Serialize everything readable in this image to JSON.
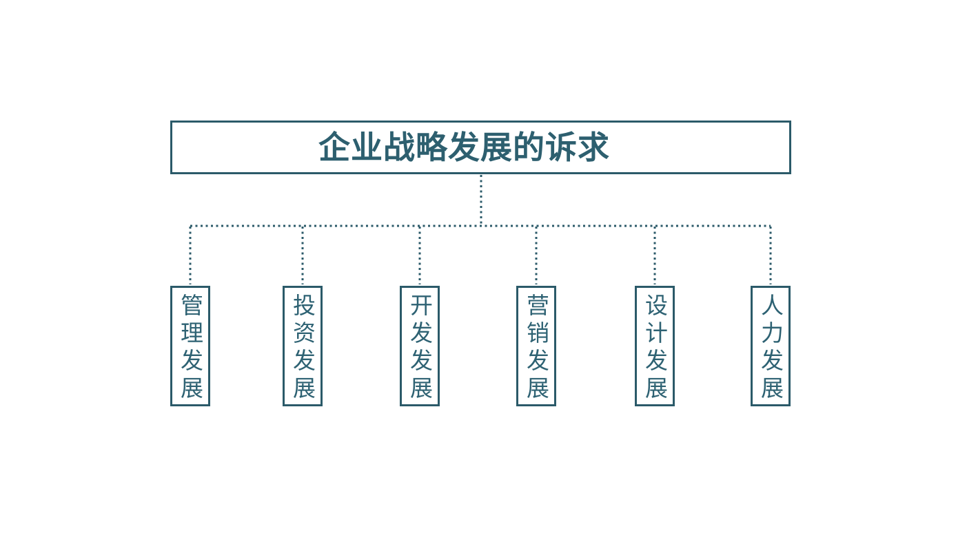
{
  "diagram": {
    "title": "企业战略发展的诉求",
    "accent_color": "#2b5a69",
    "node_text_color": "#2e6273",
    "title_text_color": "#2d5f6f",
    "background_color": "#ffffff",
    "connector_style": "dotted",
    "root": {
      "label": "企业战略发展的诉求"
    },
    "nodes": [
      {
        "label": "管理发展"
      },
      {
        "label": "投资发展"
      },
      {
        "label": "开发发展"
      },
      {
        "label": "营销发展"
      },
      {
        "label": "设计发展"
      },
      {
        "label": "人力发展"
      }
    ]
  }
}
